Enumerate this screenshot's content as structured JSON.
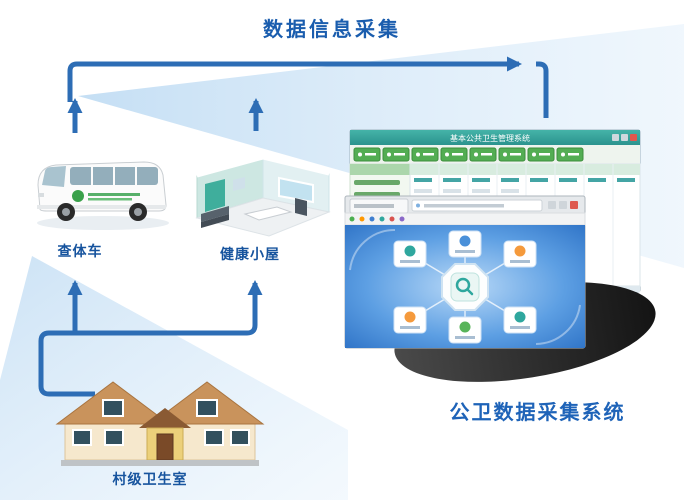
{
  "title": "数据信息采集",
  "nodes": {
    "van_label": "查体车",
    "cabin_label": "健康小屋",
    "clinic_label": "村级卫生室",
    "system_label": "公卫数据采集系统"
  },
  "back_window": {
    "title": "基本公共卫生管理系统"
  },
  "colors": {
    "arrow_blue": "#2d6db5",
    "title_blue": "#1a5dae",
    "label_blue": "#17549e",
    "wedge_blue": "#cfe3f4",
    "titlebar_teal": "#35a79d",
    "button_green": "#53ad53",
    "content_blue": "#2a6fc4",
    "shadow_gray": "#2b2b2b"
  }
}
